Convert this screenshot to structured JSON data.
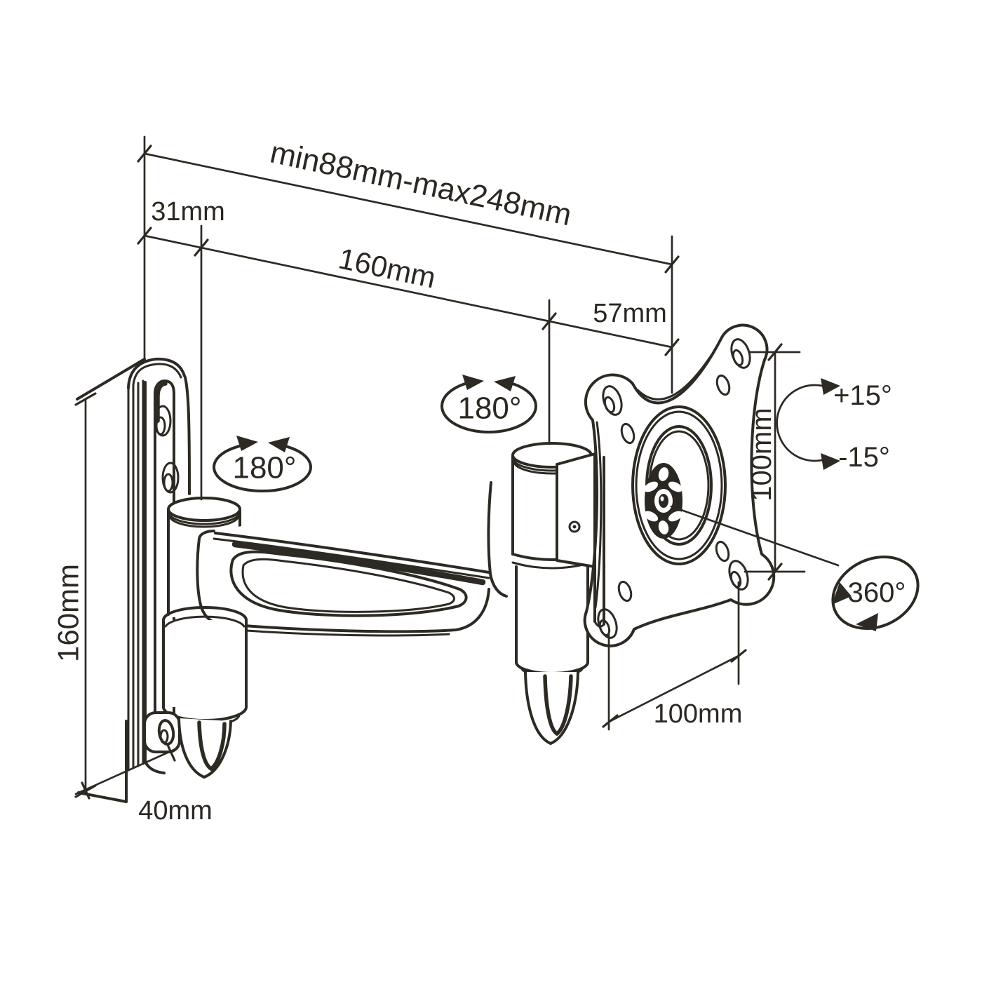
{
  "drawing": {
    "type": "technical-drawing",
    "subject": "articulating monitor wall mount, dimensioned line diagram",
    "background_color": "#ffffff",
    "line_color": "#2d2a24",
    "units": "mm",
    "labels": {
      "extension_range": "min88mm-max248mm",
      "wall_offset": "31mm",
      "arm_length": "160mm",
      "head_offset": "57mm",
      "swivel_wall": "180°",
      "swivel_head": "180°",
      "tilt_up": "+15°",
      "tilt_down": "-15°",
      "vesa_vertical": "100mm",
      "rotation": "360°",
      "vesa_horizontal": "100mm",
      "plate_height": "160mm",
      "plate_depth": "40mm"
    }
  }
}
